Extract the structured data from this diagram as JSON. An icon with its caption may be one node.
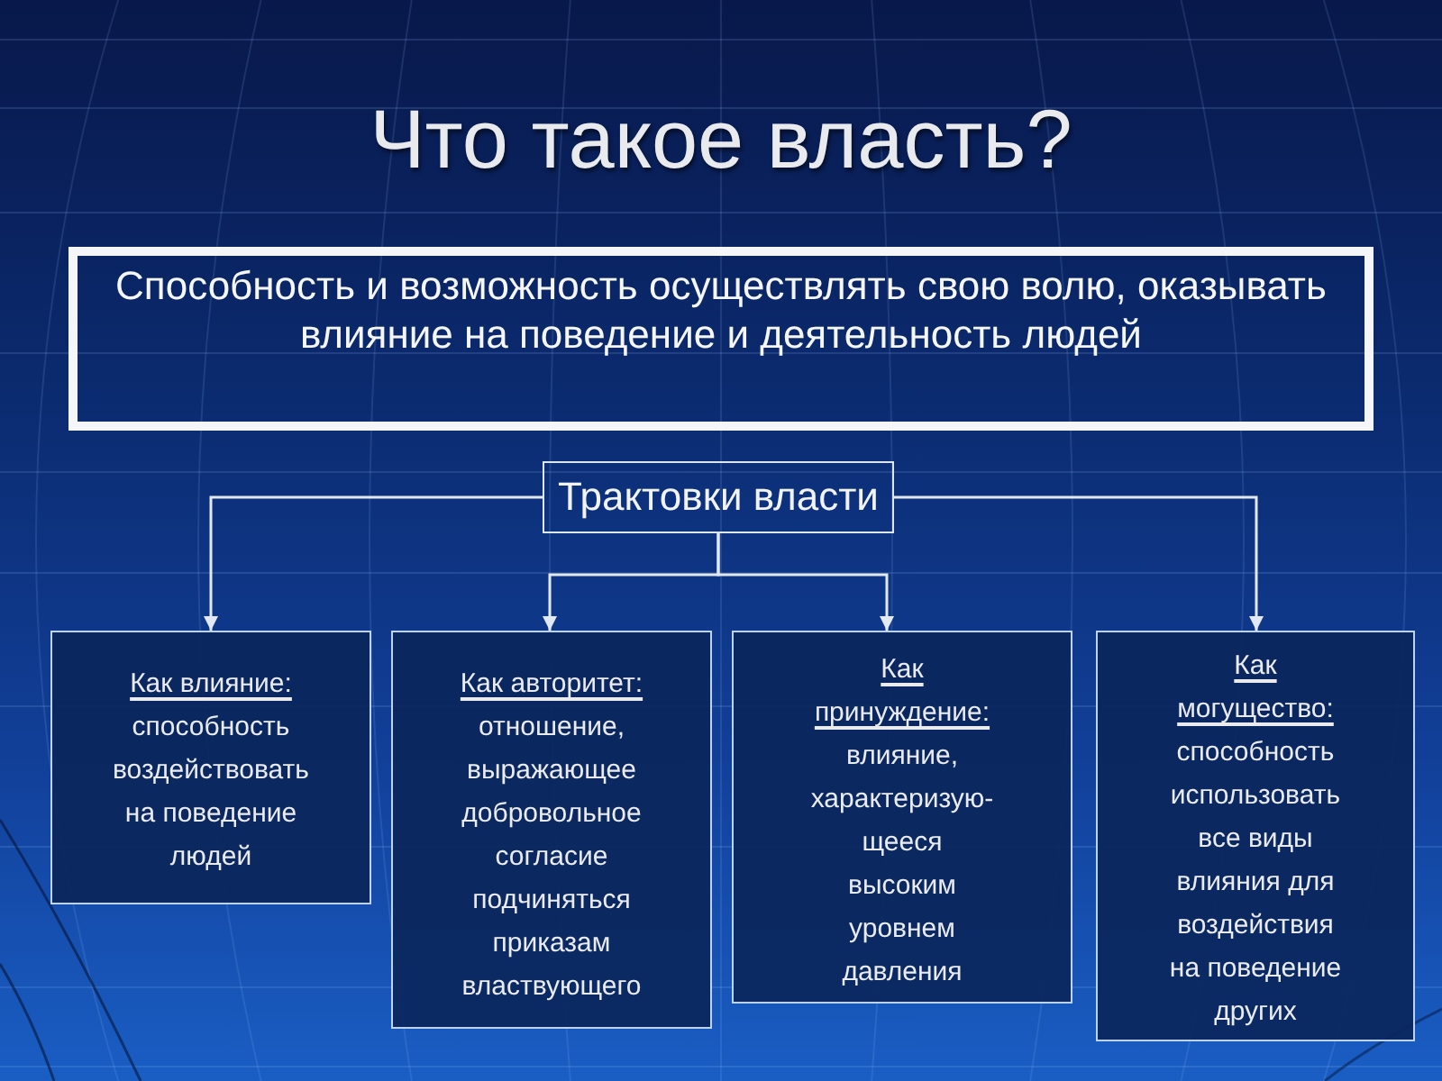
{
  "diagram": {
    "title": "Что такое власть?",
    "nodes": [
      {
        "text": [
          "Способность и возможность осуществлять свою волю, оказывать влияние на поведение и деятельность людей"
        ]
      },
      {
        "text": [
          "Трактовки власти"
        ]
      },
      {
        "text": [
          "Как влияние:",
          "способность воздействовать на поведение людей"
        ]
      },
      {
        "text": [
          "Как авторитет:",
          "отношение, выражающее добровольное согласие подчиняться приказам властвующего"
        ]
      },
      {
        "text": [
          "Как принуждение:",
          "влияние, характеризую- щееся высоким уровнем давления"
        ]
      },
      {
        "text": [
          "Как могущество:",
          "способность использовать все виды влияния для воздействия на поведение других"
        ]
      }
    ],
    "edges": [
      {
        "from": 1,
        "to": 2,
        "arrow": "to"
      },
      {
        "from": 1,
        "to": 3,
        "arrow": "to"
      },
      {
        "from": 1,
        "to": 4,
        "arrow": "to"
      },
      {
        "from": 1,
        "to": 5,
        "arrow": "to"
      }
    ]
  }
}
